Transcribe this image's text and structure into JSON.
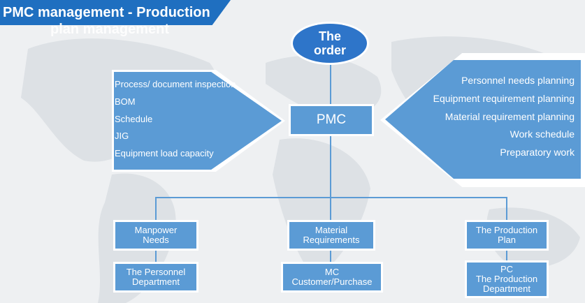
{
  "title": {
    "line1": "PMC management - Production",
    "line2": "plan management"
  },
  "order": {
    "line1": "The",
    "line2": "order"
  },
  "pmc": {
    "label": "PMC"
  },
  "inputs": [
    "Process/ document inspection",
    "BOM",
    "Schedule",
    "JIG",
    "Equipment load capacity"
  ],
  "outputs": [
    "Personnel needs planning",
    "Equipment requirement planning",
    "Material requirement planning",
    "Work schedule",
    "Preparatory work"
  ],
  "branches": [
    {
      "need": [
        "Manpower",
        "Needs"
      ],
      "owner": [
        "The Personnel",
        "Department"
      ]
    },
    {
      "need": [
        "Material",
        "Requirements"
      ],
      "owner": [
        "MC",
        "Customer/Purchase"
      ]
    },
    {
      "need": [
        "The Production",
        "Plan"
      ],
      "owner": [
        "PC",
        "The Production",
        "Department"
      ]
    }
  ],
  "colors": {
    "box": "#5b9bd5",
    "banner": "#1f6fc0",
    "order": "#2e75c9"
  }
}
